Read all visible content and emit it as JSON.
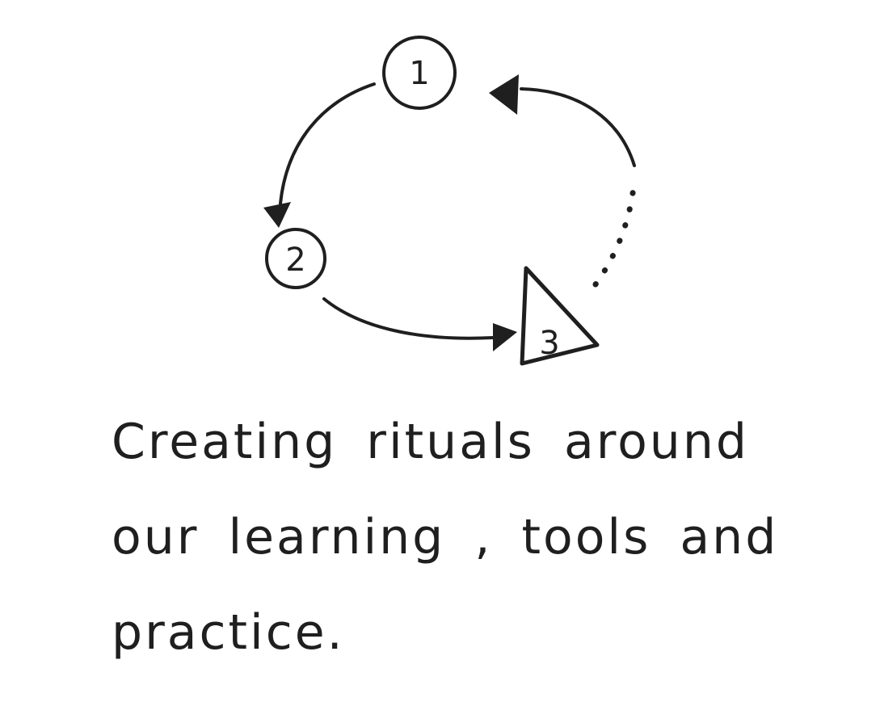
{
  "diagram": {
    "nodes": [
      {
        "id": "step-1",
        "label": "1",
        "shape": "circle"
      },
      {
        "id": "step-2",
        "label": "2",
        "shape": "circle"
      },
      {
        "id": "step-3",
        "label": "3",
        "shape": "triangle"
      }
    ],
    "edges": [
      {
        "from": "step-1",
        "to": "step-2",
        "style": "solid"
      },
      {
        "from": "step-2",
        "to": "step-3",
        "style": "solid"
      },
      {
        "from": "step-3",
        "to": "step-1",
        "style": "dotted-then-solid"
      }
    ]
  },
  "caption": {
    "line_1": "Creating  rituals around",
    "line_2": "our learning , tools and",
    "line_3": "practice."
  }
}
